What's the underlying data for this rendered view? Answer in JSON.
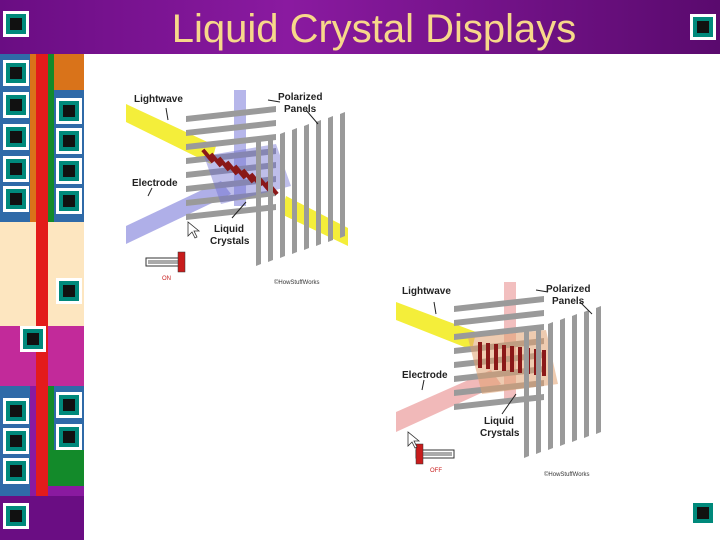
{
  "slide": {
    "title": "Liquid Crystal Displays"
  },
  "diagram_on": {
    "label_lightwave": "Lightwave",
    "label_polarized_1": "Polarized",
    "label_polarized_2": "Panels",
    "label_electrode": "Electrode",
    "label_liquid_1": "Liquid",
    "label_liquid_2": "Crystals",
    "switch_state": "ON",
    "credit": "©HowStuffWorks",
    "beam_color": "#f4ee3a",
    "field_color": "#7a7ad8"
  },
  "diagram_off": {
    "label_lightwave": "Lightwave",
    "label_polarized_1": "Polarized",
    "label_polarized_2": "Panels",
    "label_electrode": "Electrode",
    "label_liquid_1": "Liquid",
    "label_liquid_2": "Crystals",
    "switch_state": "OFF",
    "credit": "©HowStuffWorks",
    "beam_color": "#f4ee3a",
    "field_color": "#e88a8a"
  },
  "colors": {
    "title_bar": "#7a1592",
    "title_text": "#f7d88a",
    "accent_teal": "#00897b",
    "accent_red": "#e31b1b",
    "accent_orange": "#d9731a",
    "accent_blue": "#2f6aa8",
    "accent_green": "#138a2a",
    "accent_cream": "#fde6c0"
  }
}
